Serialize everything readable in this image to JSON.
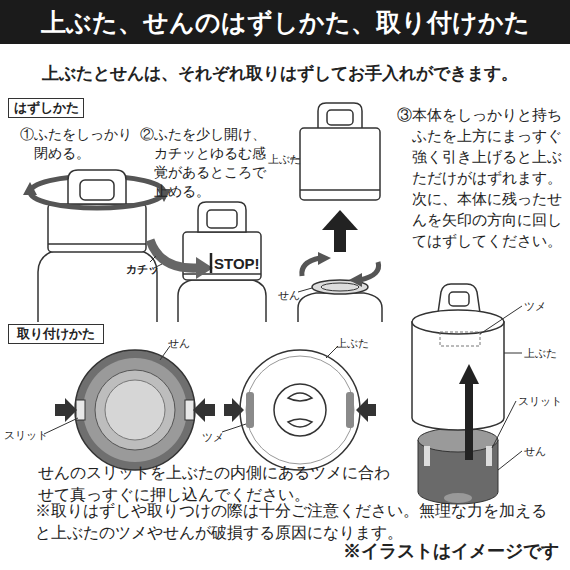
{
  "diagram": {
    "title": "上ぶた、せんのはずしかた、取り付けかた",
    "nodes": [
      {
        "text": [
          "はずしかた"
        ]
      },
      {
        "text": [
          "取り付けかた"
        ]
      }
    ],
    "labels": [
      "上ぶたとせんは、それぞれ取りはずしてお手入れができます。",
      "①ふたをしっかり閉める。",
      "②ふたを少し開け、カチッとゆるむ感覚があるところで止める。",
      "③本体をしっかりと持ちふたを上方にまっすぐ強く引き上げると上ぶただけがはずれます。次に、本体に残ったせんを矢印の方向に回してはずしてください。",
      "上ぶた",
      "カチッ",
      "STOP!",
      "せん",
      "せん",
      "上ぶた",
      "ツメ",
      "上ぶた",
      "スリット",
      "ツメ",
      "スリット",
      "せん",
      "せんのスリットを上ぶたの内側にあるツメに合わせて真っすぐに押し込んでください。",
      "※取りはずしや取りつけの際は十分ご注意ください。無理な力を加えると上ぶたのツメやせんが破損する原因になります。",
      "※イラストはイメージです"
    ]
  }
}
